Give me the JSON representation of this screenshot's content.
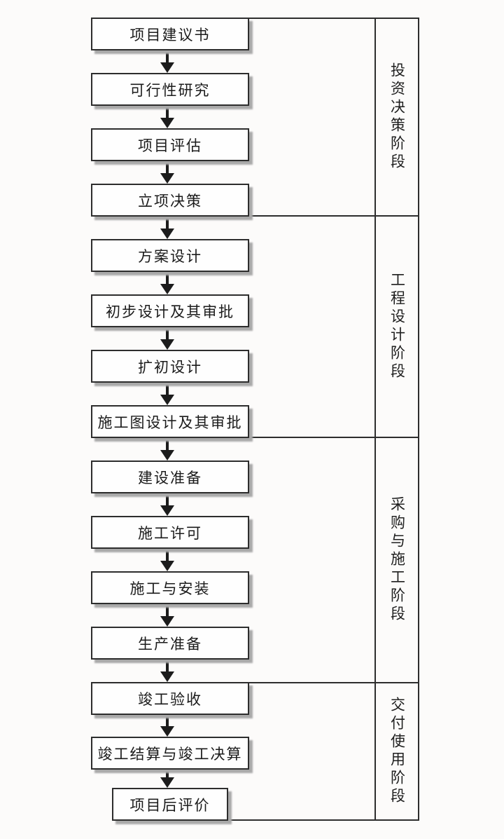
{
  "diagram": {
    "type": "flowchart",
    "flow": "vertical-top-to-bottom",
    "colors": {
      "line": "#2d2d2d",
      "arrow": "#1c1c1c",
      "box_fill": "#fefefe",
      "box_shadow": "#a9a9a9",
      "text": "#1b1b1b",
      "background": "#fcfbfa"
    },
    "phases": [
      {
        "label": "投资决策阶段",
        "steps": [
          {
            "label": "项目建议书"
          },
          {
            "label": "可行性研究"
          },
          {
            "label": "项目评估"
          },
          {
            "label": "立项决策"
          }
        ]
      },
      {
        "label": "工程设计阶段",
        "steps": [
          {
            "label": "方案设计"
          },
          {
            "label": "初步设计及其审批"
          },
          {
            "label": "扩初设计"
          },
          {
            "label": "施工图设计及其审批"
          }
        ]
      },
      {
        "label": "采购与施工阶段",
        "steps": [
          {
            "label": "建设准备"
          },
          {
            "label": "施工许可"
          },
          {
            "label": "施工与安装"
          },
          {
            "label": "生产准备"
          }
        ]
      },
      {
        "label": "交付使用阶段",
        "steps": [
          {
            "label": "竣工验收"
          },
          {
            "label": "竣工结算与竣工决算"
          },
          {
            "label": "项目后评价"
          }
        ]
      }
    ]
  }
}
